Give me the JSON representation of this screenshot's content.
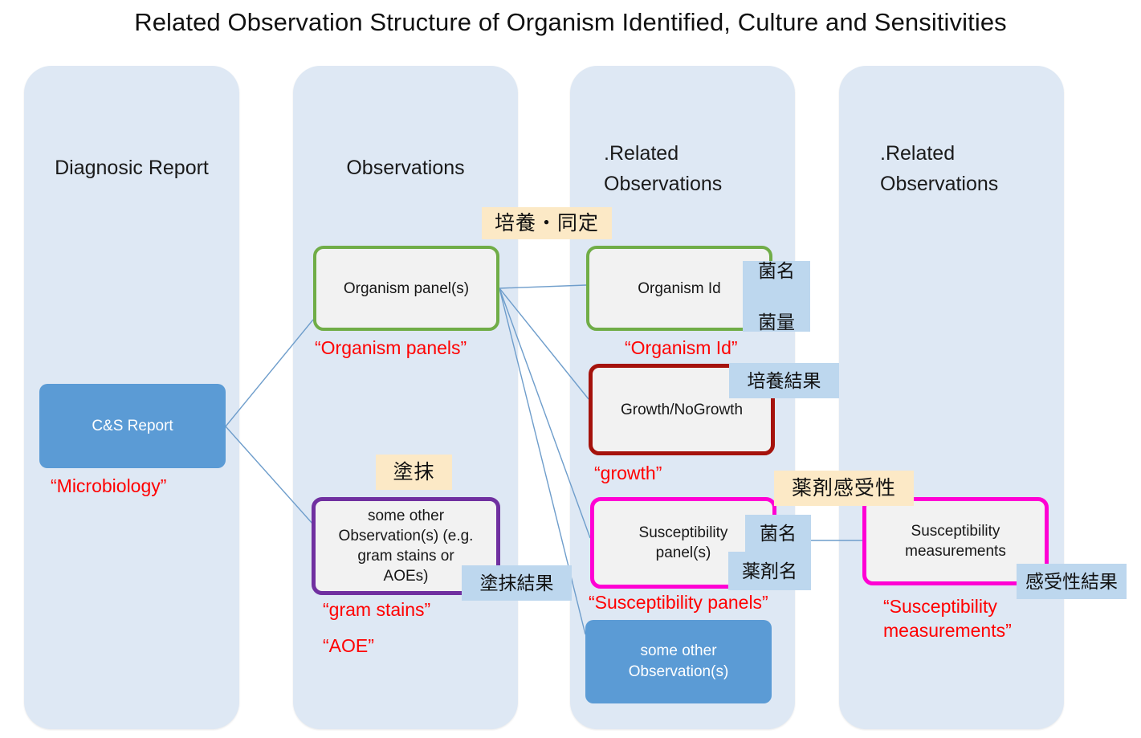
{
  "title": "Related Observation Structure of Organism Identified, Culture and Sensitivities",
  "columns": [
    {
      "label": "Diagnosic Report"
    },
    {
      "label": "Observations"
    },
    {
      "label": ".Related\nObservations"
    },
    {
      "label": ".Related\nObservations"
    }
  ],
  "nodes": {
    "cs_report": "C&S Report",
    "organism_panels": "Organism panel(s)",
    "organism_id": "Organism Id",
    "growth": "Growth/NoGrowth",
    "other_observation_gram": "some other\nObservation(s) (e.g.\ngram stains or\nAOEs)",
    "susceptibility_panels": "Susceptibility\npanel(s)",
    "susceptibility_measurements": "Susceptibility\nmeasurements",
    "other_observations": "some other\nObservation(s)"
  },
  "captions": {
    "microbiology": "“Microbiology”",
    "organism_panels": "“Organism panels”",
    "organism_id": "“Organism Id”",
    "growth": "“growth”",
    "gram_stains": "“gram stains”",
    "aoe": "“AOE”",
    "susceptibility_panels": "“Susceptibility panels”",
    "susceptibility_measurements": "“Susceptibility\nmeasurements”"
  },
  "banners": {
    "culture_identification": "培養・同定",
    "smear": "塗抹",
    "drug_susceptibility": "薬剤感受性"
  },
  "tags": {
    "organism_name_amount": "菌名\n\n菌量",
    "culture_result": "培養結果",
    "smear_result": "塗抹結果",
    "organism_name": "菌名",
    "drug_name": "薬剤名",
    "susceptibility_result": "感受性結果"
  },
  "colors": {
    "column_fill": "#DEE8F4",
    "node_fill": "#F2F2F2",
    "green_border": "#70AD47",
    "red_border": "#A5120C",
    "purple_border": "#7030A0",
    "magenta_border": "#FF00D4",
    "filled_node": "#5B9BD5",
    "caption_red": "#FF0000",
    "banner_cream": "#FCE9C6",
    "tag_blue": "#BDD7EE",
    "connector": "#6E9DCB"
  }
}
